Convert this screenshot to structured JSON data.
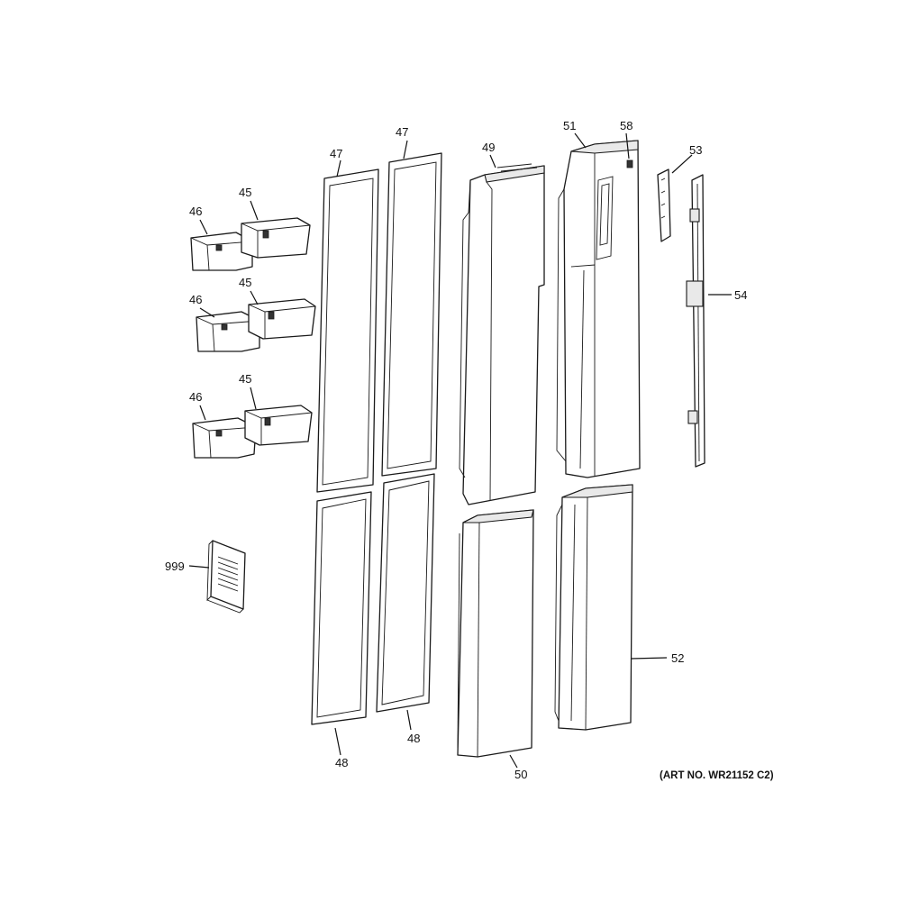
{
  "callouts": {
    "c46a": "46",
    "c45a": "45",
    "c46b": "46",
    "c45b": "45",
    "c46c": "46",
    "c45c": "45",
    "c999": "999",
    "c47a": "47",
    "c47b": "47",
    "c48a": "48",
    "c48b": "48",
    "c49": "49",
    "c50": "50",
    "c51": "51",
    "c58": "58",
    "c53": "53",
    "c54": "54",
    "c52": "52"
  },
  "art_number": "(ART NO. WR21152 C2)"
}
